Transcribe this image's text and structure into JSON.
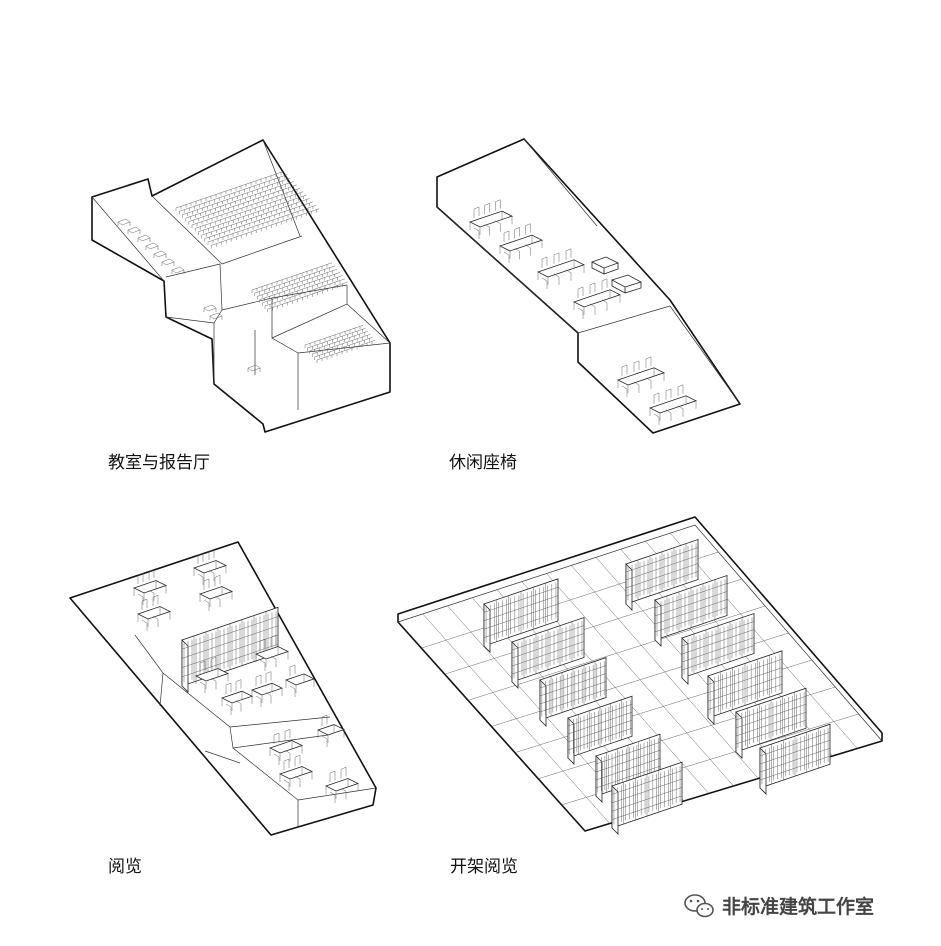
{
  "panels": [
    {
      "id": "classroom",
      "label": "教室与报告厅"
    },
    {
      "id": "lounge",
      "label": "休闲座椅"
    },
    {
      "id": "reading",
      "label": "阅览"
    },
    {
      "id": "stacks",
      "label": "开架阅览"
    }
  ],
  "watermark": {
    "text": "非标准建筑工作室",
    "icon": "wechat-icon"
  }
}
